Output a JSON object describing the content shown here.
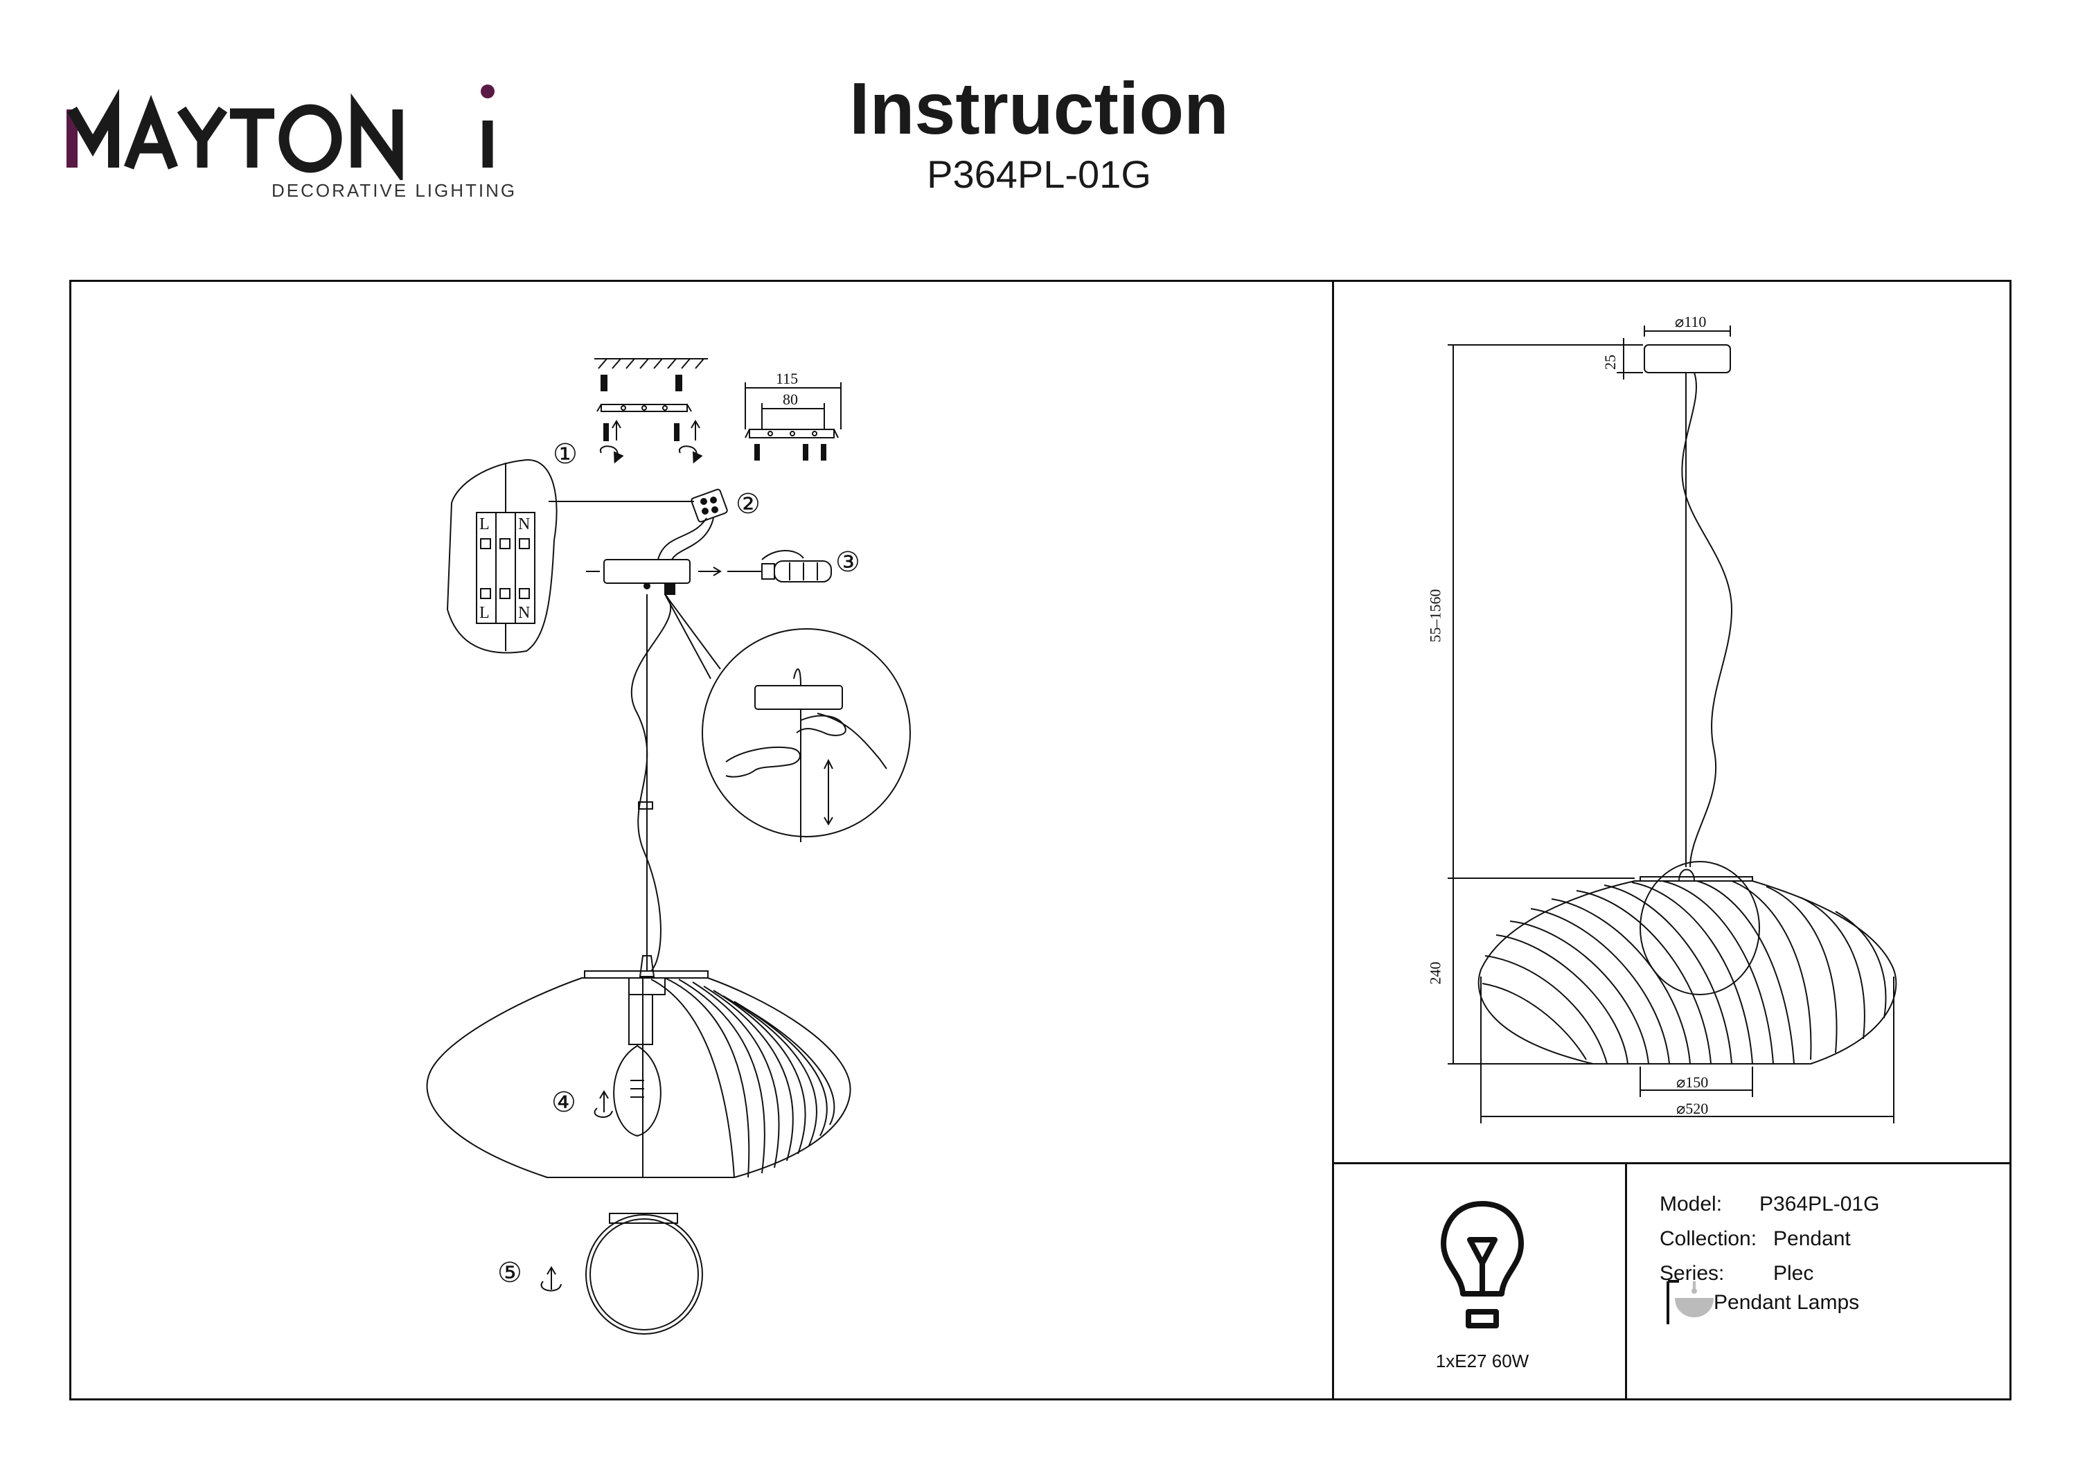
{
  "brand": {
    "name": "MAYTONI",
    "tagline": "DECORATIVE LIGHTING",
    "accent_color": "#5b1a45"
  },
  "header": {
    "title": "Instruction",
    "model": "P364PL-01G"
  },
  "assembly": {
    "steps": [
      "①",
      "②",
      "③",
      "④",
      "⑤"
    ],
    "bracket_dims": {
      "outer": "115",
      "inner": "80"
    },
    "terminal_labels": {
      "live": "L",
      "neutral": "N"
    }
  },
  "dimensions": {
    "canopy_diameter": "⌀110",
    "canopy_height": "25",
    "cable_length": "55–1560",
    "shade_height": "240",
    "inner_diameter": "⌀150",
    "shade_diameter": "⌀520"
  },
  "bulb": {
    "spec": "1xE27 60W"
  },
  "specs": {
    "model_label": "Model:",
    "model_value": "P364PL-01G",
    "collection_label": "Collection:",
    "collection_value": "Pendant",
    "series_label": "Series:",
    "series_value": "Plec",
    "category": "Pendant Lamps"
  }
}
